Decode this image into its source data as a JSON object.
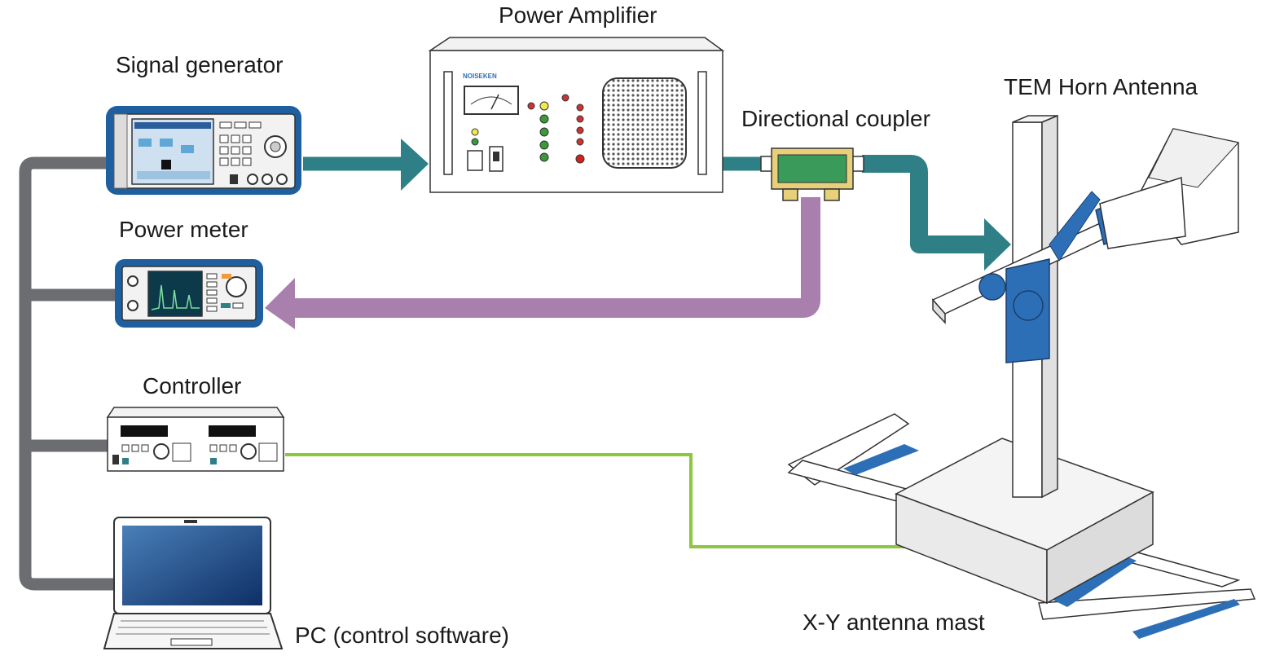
{
  "labels": {
    "signal_generator": "Signal generator",
    "power_amplifier": "Power Amplifier",
    "directional_coupler": "Directional coupler",
    "tem_horn_antenna": "TEM Horn Antenna",
    "power_meter": "Power meter",
    "controller": "Controller",
    "pc": "PC (control software)",
    "xy_mast": "X-Y antenna mast"
  },
  "colors": {
    "control_bus": "#6b6d70",
    "rf_forward": "#2f7f86",
    "rf_reflected": "#a97fae",
    "controller_link": "#8dc63f",
    "device_blue": "#1e5fa0",
    "mast_blue": "#2d6fb6"
  }
}
